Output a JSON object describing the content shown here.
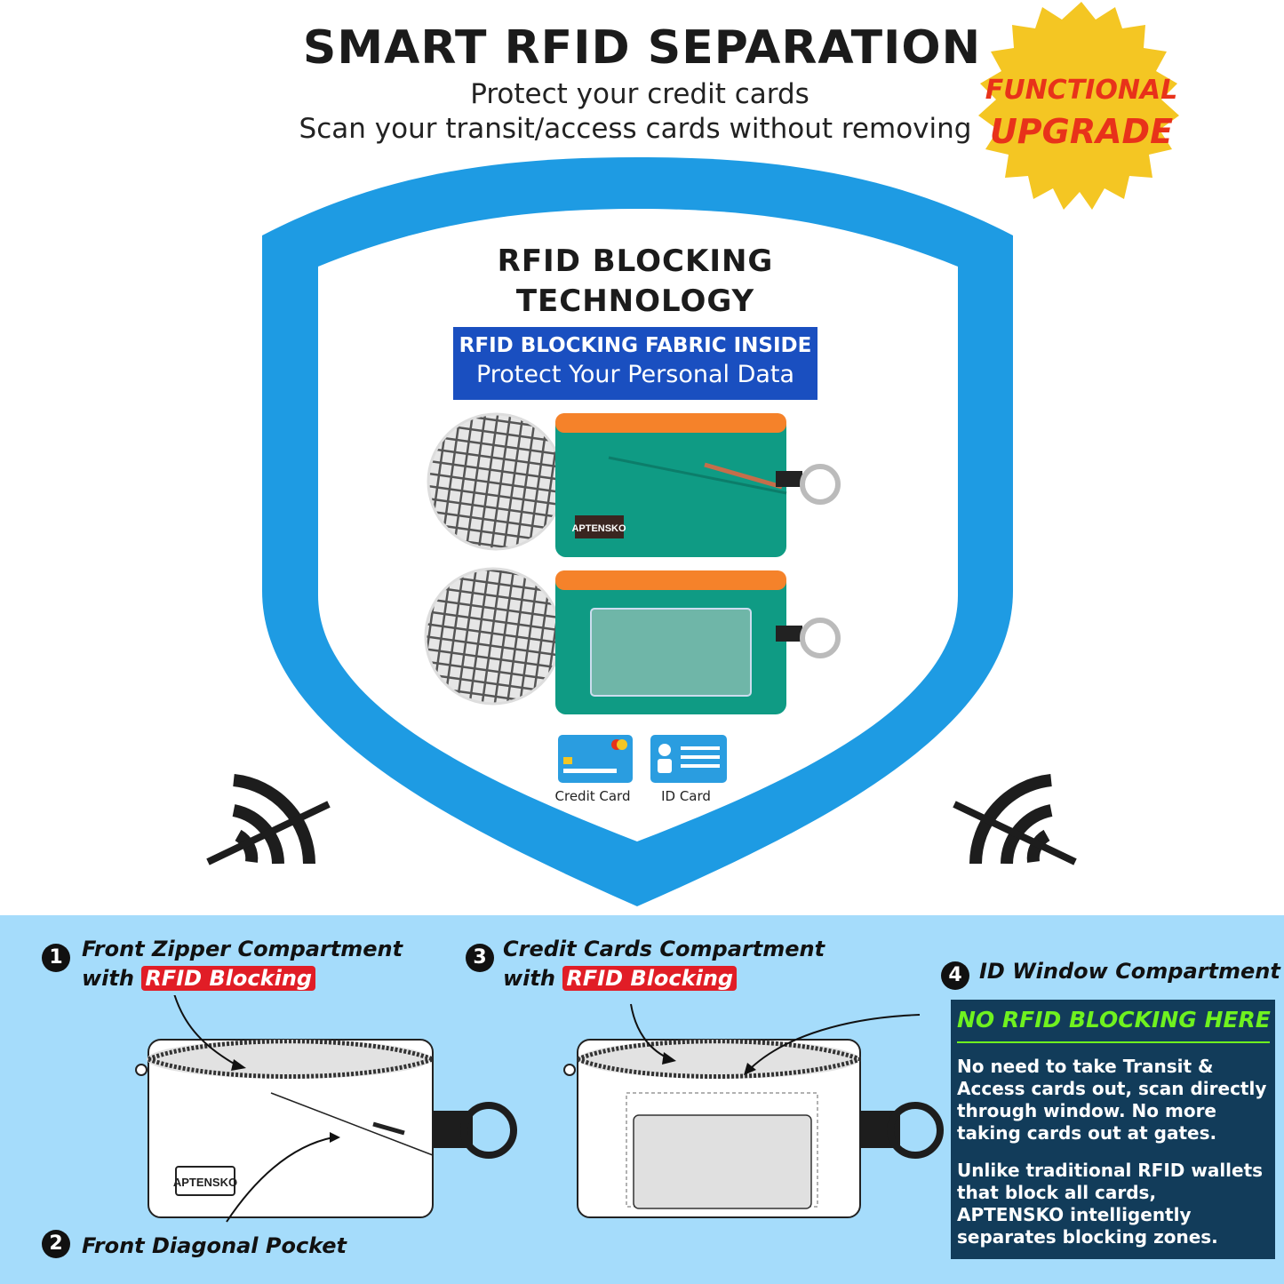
{
  "header": {
    "title": "SMART RFID SEPARATION",
    "subtitle_line1": "Protect your credit cards",
    "subtitle_line2": "Scan your transit/access cards without removing"
  },
  "badge": {
    "line1": "FUNCTIONAL",
    "line2": "UPGRADE",
    "color": "#f4c623",
    "text_color": "#e8321a"
  },
  "shield": {
    "title_line1": "RFID BLOCKING",
    "title_line2": "TECHNOLOGY",
    "fabric_line1": "RFID BLOCKING FABRIC INSIDE",
    "fabric_line2": "Protect Your Personal Data",
    "brand_tag": "APTENSKO",
    "color": "#1e9be3"
  },
  "card_icons": [
    {
      "label": "Credit Card",
      "icon": "credit-card-icon"
    },
    {
      "label": "ID Card",
      "icon": "id-card-icon"
    }
  ],
  "compartments": {
    "c1": {
      "number": "1",
      "line1": "Front Zipper Compartment",
      "with": "with",
      "tag": "RFID Blocking"
    },
    "c2": {
      "number": "2",
      "line1": "Front Diagonal Pocket"
    },
    "c3": {
      "number": "3",
      "line1": "Credit Cards Compartment",
      "with": "with",
      "tag": "RFID Blocking"
    },
    "c4": {
      "number": "4",
      "line1": "ID Window Compartment"
    }
  },
  "wallet_brand": "APTENSKO",
  "panel": {
    "title": "NO RFID BLOCKING HERE",
    "para1": "No need to take Transit & Access cards out, scan directly through window. No more taking cards out at gates.",
    "para2": "Unlike traditional RFID wallets that block all cards, APTENSKO intelligently separates blocking zones."
  }
}
